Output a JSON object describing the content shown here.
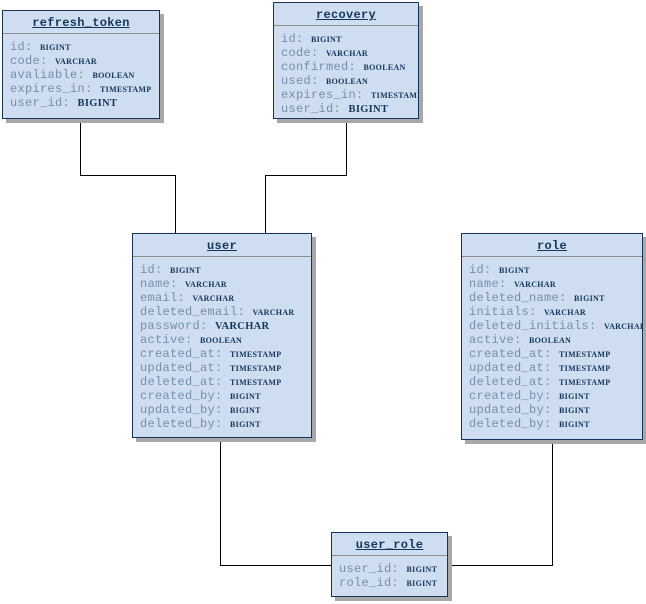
{
  "diagram": {
    "type": "entity-relationship-diagram",
    "colors": {
      "table_fill": "#cfddf0",
      "table_border": "#15365c",
      "title_text": "#15365c",
      "field_name_text": "#7590ab",
      "field_type_text": "#15365c",
      "header_separator": "#8c8c8c",
      "drop_shadow": "#a8a8a8",
      "connector_line": "#000000",
      "background": "#ffffff"
    },
    "tables": [
      {
        "id": "refresh_token",
        "title": "refresh_token",
        "fields": [
          {
            "name": "id",
            "type": "BIGINT",
            "emphasized": false
          },
          {
            "name": "code",
            "type": "VARCHAR",
            "emphasized": false
          },
          {
            "name": "avaliable",
            "type": "BOOLEAN",
            "emphasized": false
          },
          {
            "name": "expires_in",
            "type": "TIMESTAMP",
            "emphasized": false
          },
          {
            "name": "user_id",
            "type": "BIGINT",
            "emphasized": true
          }
        ]
      },
      {
        "id": "recovery",
        "title": "recovery",
        "fields": [
          {
            "name": "id",
            "type": "BIGINT",
            "emphasized": false
          },
          {
            "name": "code",
            "type": "VARCHAR",
            "emphasized": false
          },
          {
            "name": "confirmed",
            "type": "BOOLEAN",
            "emphasized": false
          },
          {
            "name": "used",
            "type": "BOOLEAN",
            "emphasized": false
          },
          {
            "name": "expires_in",
            "type": "TIMESTAMP",
            "emphasized": false
          },
          {
            "name": "user_id",
            "type": "BIGINT",
            "emphasized": true
          }
        ]
      },
      {
        "id": "user",
        "title": "user",
        "fields": [
          {
            "name": "id",
            "type": "BIGINT",
            "emphasized": false
          },
          {
            "name": "name",
            "type": "VARCHAR",
            "emphasized": false
          },
          {
            "name": "email",
            "type": "VARCHAR",
            "emphasized": false
          },
          {
            "name": "deleted_email",
            "type": "VARCHAR",
            "emphasized": false
          },
          {
            "name": "password",
            "type": "VARCHAR",
            "emphasized": true
          },
          {
            "name": "active",
            "type": "BOOLEAN",
            "emphasized": false
          },
          {
            "name": "created_at",
            "type": "TIMESTAMP",
            "emphasized": false
          },
          {
            "name": "updated_at",
            "type": "TIMESTAMP",
            "emphasized": false
          },
          {
            "name": "deleted_at",
            "type": "TIMESTAMP",
            "emphasized": false
          },
          {
            "name": "created_by",
            "type": "BIGINT",
            "emphasized": false
          },
          {
            "name": "updated_by",
            "type": "BIGINT",
            "emphasized": false
          },
          {
            "name": "deleted_by",
            "type": "BIGINT",
            "emphasized": false
          }
        ]
      },
      {
        "id": "role",
        "title": "role",
        "fields": [
          {
            "name": "id",
            "type": "BIGINT",
            "emphasized": false
          },
          {
            "name": "name",
            "type": "VARCHAR",
            "emphasized": false
          },
          {
            "name": "deleted_name",
            "type": "BIGINT",
            "emphasized": false
          },
          {
            "name": "initials",
            "type": "VARCHAR",
            "emphasized": false
          },
          {
            "name": "deleted_initials",
            "type": "VARCHAR",
            "emphasized": false
          },
          {
            "name": "active",
            "type": "BOOLEAN",
            "emphasized": false
          },
          {
            "name": "created_at",
            "type": "TIMESTAMP",
            "emphasized": false
          },
          {
            "name": "updated_at",
            "type": "TIMESTAMP",
            "emphasized": false
          },
          {
            "name": "deleted_at",
            "type": "TIMESTAMP",
            "emphasized": false
          },
          {
            "name": "created_by",
            "type": "BIGINT",
            "emphasized": false
          },
          {
            "name": "updated_by",
            "type": "BIGINT",
            "emphasized": false
          },
          {
            "name": "deleted_by",
            "type": "BIGINT",
            "emphasized": false
          }
        ]
      },
      {
        "id": "user_role",
        "title": "user_role",
        "fields": [
          {
            "name": "user_id",
            "type": "BIGINT",
            "emphasized": false
          },
          {
            "name": "role_id",
            "type": "BIGINT",
            "emphasized": false
          }
        ]
      }
    ],
    "relationships": [
      {
        "from": "refresh_token",
        "to": "user"
      },
      {
        "from": "recovery",
        "to": "user"
      },
      {
        "from": "user",
        "to": "user_role"
      },
      {
        "from": "role",
        "to": "user_role"
      }
    ]
  }
}
